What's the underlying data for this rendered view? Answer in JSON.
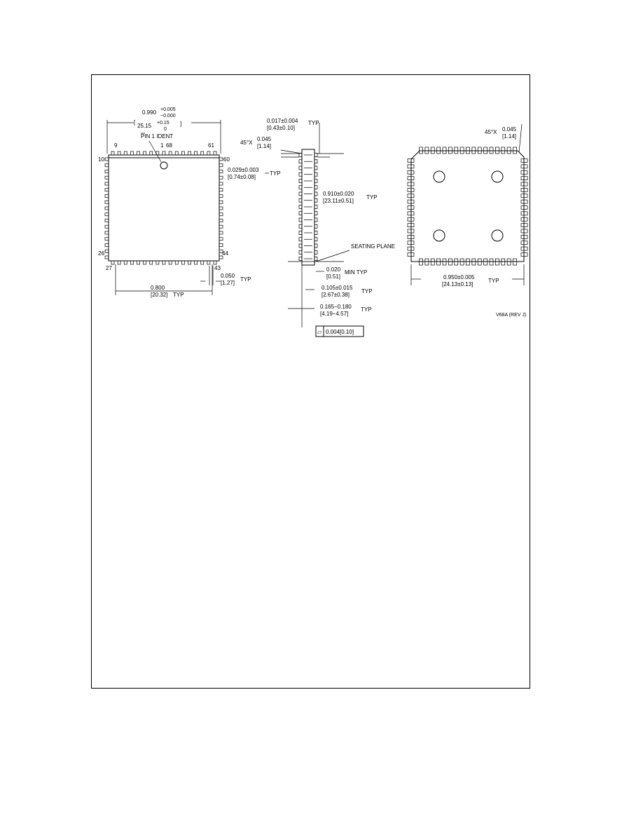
{
  "drawing": {
    "top_view": {
      "width_dim": "0.990",
      "width_tol_plus": "+0.005",
      "width_tol_minus": "−0.000",
      "width_dim_mm": "25.15",
      "width_tol_mm_plus": "+0.15",
      "width_tol_mm_minus": "0",
      "pin1_ident": "PIN 1 IDENT",
      "pin_labels": {
        "p9": "9",
        "p1": "1",
        "p68": "68",
        "p61": "61",
        "p10": "10",
        "p60": "60",
        "p26": "26",
        "p44": "44",
        "p27": "27",
        "p43": "43"
      },
      "side_dim": "0.029±0.003",
      "side_dim_mm": "[0.74±0.08]",
      "side_typ": "TYP",
      "base_dim": "0.800",
      "base_dim_mm": "[20.32]",
      "base_typ": "TYP",
      "pitch_dim": "0.050",
      "pitch_dim_mm": "[1.27]",
      "pitch_typ": "TYP"
    },
    "side_view": {
      "lead_w": "0.017±0.004",
      "lead_w_mm": "[0.43±0.10]",
      "lead_w_typ": "TYP",
      "chamfer": "45°X",
      "chamfer_dim": "0.045",
      "chamfer_mm": "[1.14]",
      "body_dim": "0.910±0.020",
      "body_dim_mm": "[23.11±0.51]",
      "body_typ": "TYP",
      "seating_plane": "SEATING PLANE",
      "min_dim": "0.020",
      "min_dim_mm": "[0.51]",
      "min_typ": "MIN TYP",
      "h1": "0.105±0.015",
      "h1_mm": "[2.67±0.38]",
      "h1_typ": "TYP",
      "h2": "0.165−0.180",
      "h2_mm": "[4.19−4.57]",
      "h2_typ": "TYP",
      "flatness_symbol": "▱",
      "flatness": "0.004[0.10]"
    },
    "bottom_view": {
      "chamfer": "45°X",
      "chamfer_dim": "0.045",
      "chamfer_mm": "[1.14]",
      "width_dim": "0.950±0.005",
      "width_dim_mm": "[24.13±0.13]",
      "width_typ": "TYP"
    },
    "ref_code": "V68A (REV J)"
  }
}
